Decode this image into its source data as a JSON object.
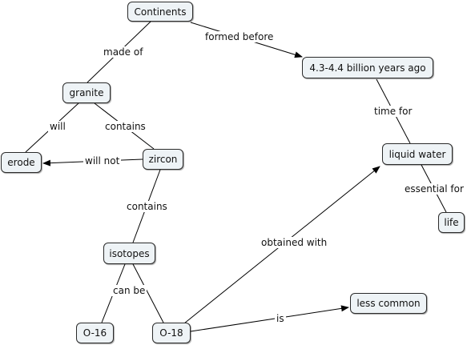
{
  "nodes": {
    "continents": "Continents",
    "billion_years": "4.3-4.4 billion years ago",
    "granite": "granite",
    "liquid_water": "liquid water",
    "erode": "erode",
    "zircon": "zircon",
    "life": "life",
    "isotopes": "isotopes",
    "less_common": "less common",
    "o16": "O-16",
    "o18": "O-18"
  },
  "links": {
    "made_of": "made of",
    "formed_before": "formed before",
    "time_for": "time for",
    "will": "will",
    "contains_1": "contains",
    "will_not": "will not",
    "essential_for": "essential for",
    "contains_2": "contains",
    "obtained_with": "obtained with",
    "can_be": "can be",
    "is": "is"
  }
}
